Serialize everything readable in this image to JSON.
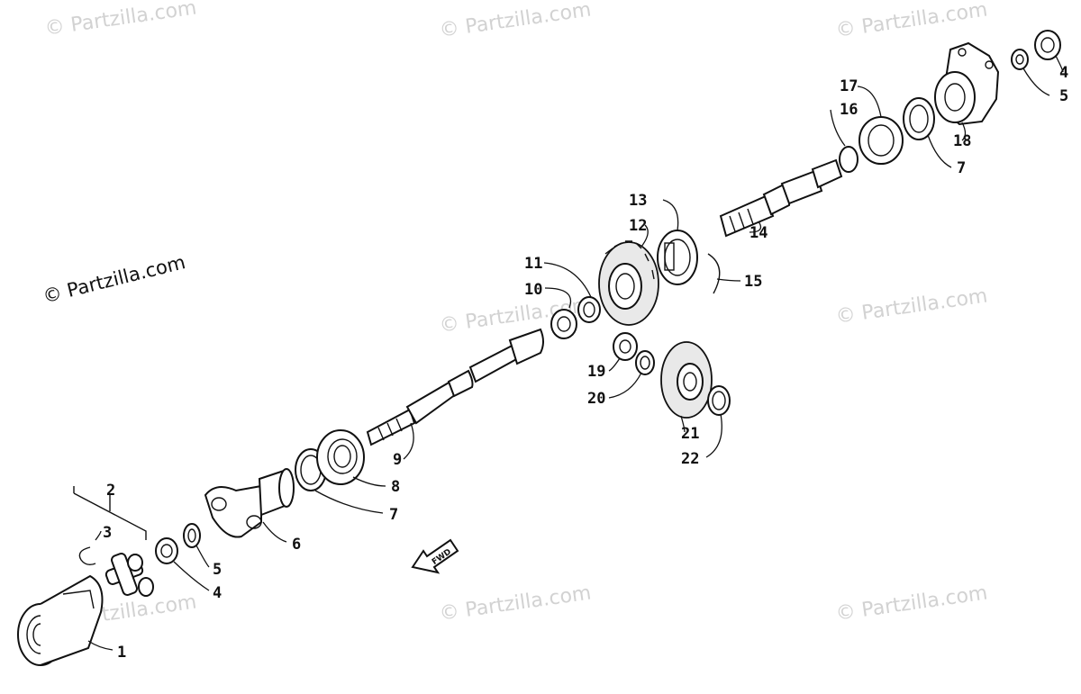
{
  "watermark": {
    "text": "© Partzilla.com"
  },
  "copyright": {
    "text": "© Partzilla.com"
  },
  "direction_arrow": {
    "label": "FWD"
  },
  "callouts": {
    "p1": "1",
    "p2": "2",
    "p3": "3",
    "p4a": "4",
    "p5a": "5",
    "p6": "6",
    "p7a": "7",
    "p8": "8",
    "p9": "9",
    "p10": "10",
    "p11": "11",
    "p12": "12",
    "p13": "13",
    "p14": "14",
    "p15": "15",
    "p16": "16",
    "p17": "17",
    "p18": "18",
    "p7b": "7",
    "p4b": "4",
    "p5b": "5",
    "p19": "19",
    "p20": "20",
    "p21": "21",
    "p22": "22"
  }
}
